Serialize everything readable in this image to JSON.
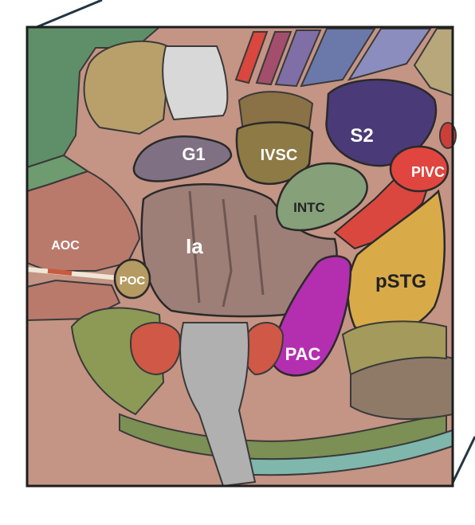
{
  "labels": {
    "g1": "G1",
    "ivsc": "IVSC",
    "s2": "S2",
    "pivc": "PIVC",
    "intc": "INTC",
    "aoc": "AOC",
    "ia": "Ia",
    "poc": "POC",
    "pstg": "pSTG",
    "pac": "PAC"
  },
  "colors": {
    "background": "#ffffff",
    "frame": "#1e1e1e",
    "corner_line": "#233743",
    "tissue": "#c49484",
    "green_cortex": "#5f8f68",
    "olive": "#8c9a55",
    "tan": "#b9a06a",
    "g1": "#7f7183",
    "ivsc": "#8e7a45",
    "s2": "#4b3a78",
    "pivc": "#d9473f",
    "intc": "#86a07a",
    "aoc": "#b97a6c",
    "ia": "#9d7f78",
    "poc": "#b59a62",
    "pstg": "#d9aa48",
    "pac": "#b32fb0",
    "red_region": "#cf5846",
    "teal": "#7fb7ad",
    "probe": "#b0b0b0"
  }
}
